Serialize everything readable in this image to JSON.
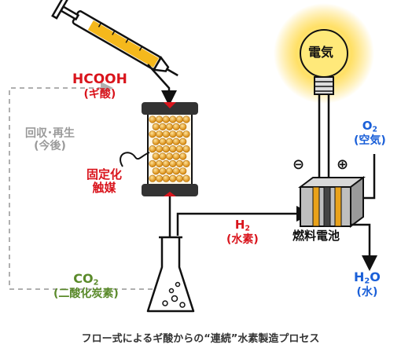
{
  "labels": {
    "formic_acid": "HCOOH",
    "formic_acid_jp": "(ギ酸)",
    "recovery": "回収･再生",
    "recovery_note": "(今後)",
    "catalyst_line1": "固定化",
    "catalyst_line2": "触媒",
    "electricity": "電気",
    "oxygen_main": "O",
    "oxygen_sub": "2",
    "oxygen_jp": "(空気)",
    "minus_sign": "⊖",
    "plus_sign": "⊕",
    "hydrogen_main": "H",
    "hydrogen_sub": "2",
    "hydrogen_jp": "(水素)",
    "fuel_cell": "燃料電池",
    "co2_main": "CO",
    "co2_sub": "2",
    "co2_jp": "(二酸化炭素)",
    "water_h": "H",
    "water_sub": "2",
    "water_o": "O",
    "water_jp": "(水)"
  },
  "caption": "フロー式によるギ酸からの“連続”水素製造プロセス",
  "colors": {
    "red": "#d9141c",
    "grey": "#9a9a9a",
    "green": "#5a8a2a",
    "blue": "#1a5fd8",
    "bulb_glow": "#ffd84a",
    "catalyst_beads": "#e9a21a"
  }
}
